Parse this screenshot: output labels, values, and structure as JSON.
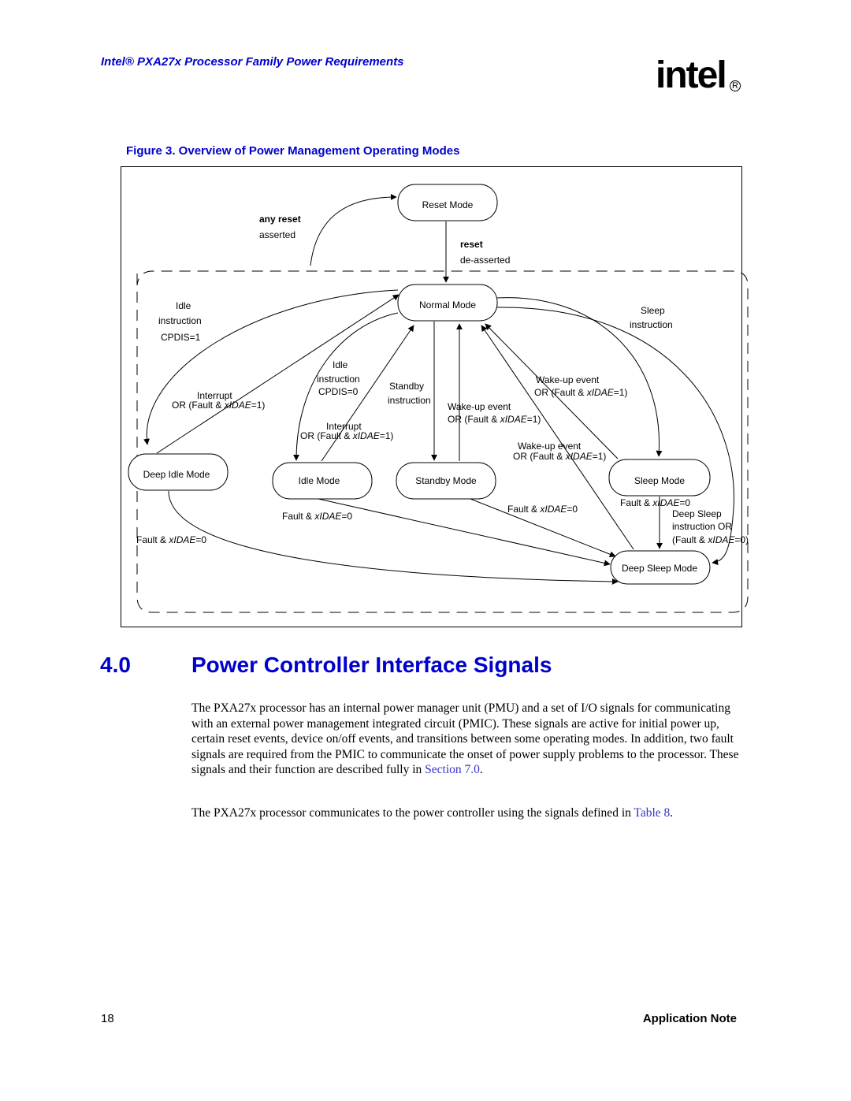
{
  "header": {
    "title": "Intel® PXA27x Processor Family Power Requirements",
    "logo_text": "intel",
    "logo_mark": "R"
  },
  "figure": {
    "caption": "Figure 3. Overview of Power Management Operating Modes",
    "nodes": {
      "reset": "Reset Mode",
      "normal": "Normal Mode",
      "deep_idle": "Deep Idle Mode",
      "idle": "Idle Mode",
      "standby": "Standby Mode",
      "sleep": "Sleep Mode",
      "deep_sleep": "Deep Sleep Mode"
    },
    "labels": {
      "any_reset": "any reset",
      "asserted": "asserted",
      "reset": "reset",
      "de_asserted": "de-asserted",
      "idle1": "Idle",
      "instruction1": "instruction",
      "cpdis1": "CPDIS=1",
      "sleep": "Sleep",
      "sleep_instruction": "instruction",
      "idle2": "Idle",
      "instruction2": "instruction",
      "cpdis0": "CPDIS=0",
      "standby": "Standby",
      "standby_instruction": "instruction",
      "interrupt1": "Interrupt",
      "or_fault1": "OR (Fault & ",
      "xidae1": "xIDAE",
      "eq1": "=1)",
      "interrupt2": "Interrupt",
      "or_fault2": "OR (Fault & ",
      "xidae2": "xIDAE",
      "eq2": "=1)",
      "wakeup1": "Wake-up event",
      "or_fault3": "OR (Fault & ",
      "xidae3": "xIDAE",
      "eq3": "=1)",
      "wakeup2": "Wake-up event",
      "or_fault4": "OR (Fault & ",
      "xidae4": "xIDAE",
      "eq4": "=1)",
      "wakeup3": "Wake-up event",
      "or_fault5": "OR (Fault & ",
      "xidae5": "xIDAE",
      "eq5": "=1)",
      "fault_a": "Fault & ",
      "xidae_a": "xIDAE",
      "eq_a": "=0",
      "fault_b": "Fault & ",
      "xidae_b": "xIDAE",
      "eq_b": "=0",
      "fault_c": "Fault & ",
      "xidae_c": "xIDAE",
      "eq_c": "=0",
      "fault_d": "Fault & ",
      "xidae_d": "xIDAE",
      "eq_d": "=0",
      "deep_sleep": "Deep Sleep",
      "instruction_or": "instruction OR",
      "fault_e": "(Fault & ",
      "xidae_e": "xIDAE",
      "eq_e": "=0)"
    }
  },
  "section": {
    "number": "4.0",
    "title": "Power Controller Interface Signals"
  },
  "body": {
    "para1_text": "The PXA27x processor has an internal power manager unit (PMU) and a set of I/O signals for communicating with an external power management integrated circuit (PMIC). These signals are active for initial power up, certain reset events, device on/off events, and transitions between some operating modes. In addition, two fault signals are required from the PMIC to communicate the onset of power supply problems to the processor. These signals and their function are described fully in ",
    "para1_link": "Section 7.0",
    "para1_end": ".",
    "para2_text": "The PXA27x processor communicates to the power controller using the signals defined in ",
    "para2_link": "Table 8",
    "para2_end": "."
  },
  "footer": {
    "page_number": "18",
    "right": "Application Note"
  }
}
